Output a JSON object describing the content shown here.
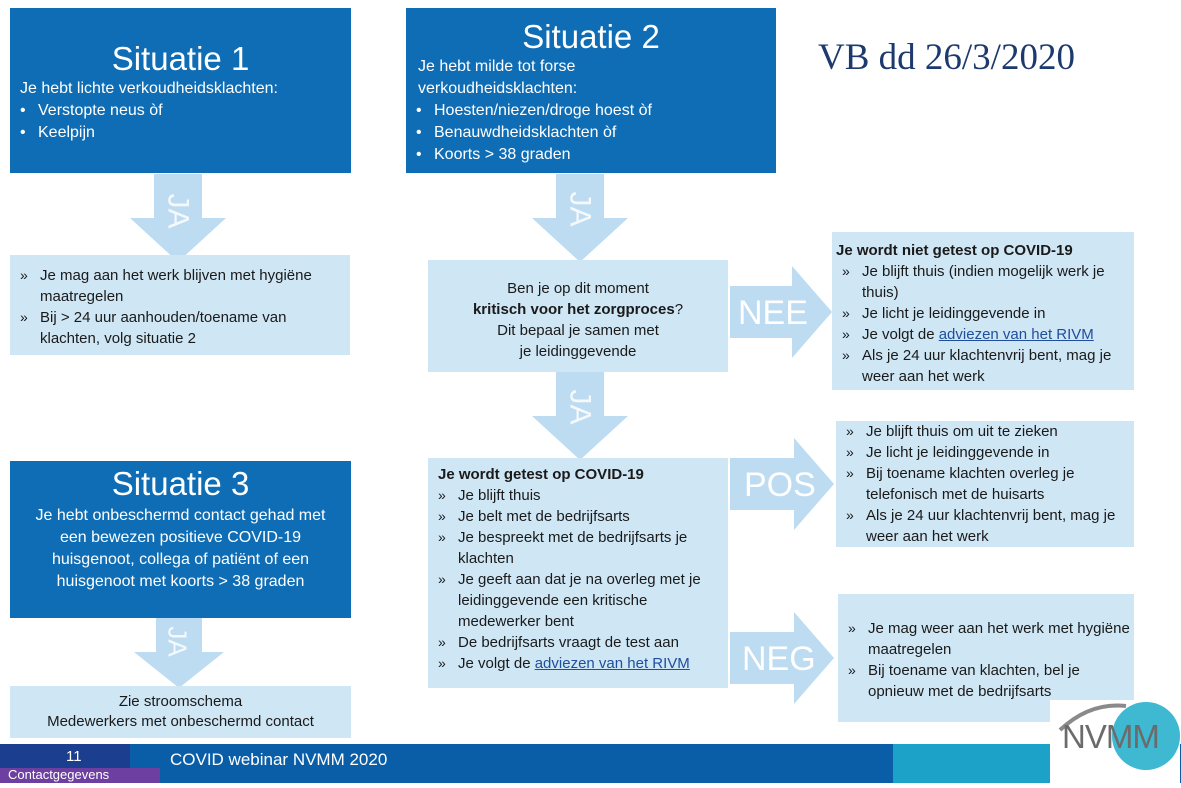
{
  "stamp": "VB dd 26/3/2020",
  "situatie1": {
    "title": "Situatie 1",
    "intro": "Je hebt lichte verkoudheidsklachten:",
    "bullets": [
      "Verstopte neus òf",
      "Keelpijn"
    ],
    "arrow": "JA",
    "result": [
      "Je mag aan het werk blijven met hygiëne maatregelen",
      "Bij  > 24 uur aanhouden/toename van klachten, volg situatie 2"
    ]
  },
  "situatie2": {
    "title": "Situatie 2",
    "intro": "Je hebt milde tot forse verkoudheidsklachten:",
    "bullets": [
      "Hoesten/niezen/droge hoest òf",
      "Benauwdheidsklachten òf",
      "Koorts > 38 graden"
    ],
    "arrow": "JA",
    "question_l1": "Ben je op dit moment",
    "question_bold": "kritisch voor het zorgproces",
    "question_q": "?",
    "question_l3": "Dit bepaal je samen met",
    "question_l4": "je  leidinggevende",
    "arrow2": "JA"
  },
  "nee": {
    "label": "NEE",
    "heading": "Je wordt niet getest op COVID-19",
    "items": [
      "Je blijft thuis (indien mogelijk werk je thuis)",
      "Je licht je leidinggevende in",
      "Je volgt de ",
      "Als je 24 uur klachtenvrij bent, mag je weer aan het werk"
    ],
    "link": "adviezen van het RIVM"
  },
  "test": {
    "heading": "Je wordt getest op COVID-19",
    "items": [
      "Je blijft thuis",
      "Je belt met de bedrijfsarts",
      "Je bespreekt met de bedrijfsarts je klachten",
      "Je geeft aan dat je na overleg met je leidinggevende een kritische medewerker bent",
      "De bedrijfsarts vraagt de test aan",
      "Je volgt de "
    ],
    "link": "adviezen van het RIVM"
  },
  "pos": {
    "label": "POS",
    "items": [
      "Je blijft thuis om uit te zieken",
      "Je licht je leidinggevende in",
      "Bij toename klachten overleg je telefonisch met de huisarts",
      "Als je 24 uur klachtenvrij bent, mag je weer aan het werk"
    ]
  },
  "neg": {
    "label": "NEG",
    "items": [
      "Je mag weer aan het werk met hygiëne maatregelen",
      "Bij toename van klachten, bel je opnieuw met de bedrijfsarts"
    ]
  },
  "situatie3": {
    "title": "Situatie 3",
    "text": "Je hebt onbeschermd contact gehad met een bewezen positieve COVID-19 huisgenoot, collega of patiënt of een huisgenoot met koorts > 38 graden",
    "arrow": "JA",
    "result_l1": "Zie stroomschema",
    "result_l2": "Medewerkers met onbeschermd contact"
  },
  "footer": {
    "page": "11",
    "contact": "Contactgegevens",
    "title": "COVID webinar NVMM 2020",
    "logo": "NVMM"
  },
  "colors": {
    "dark": "#0f6db5",
    "light": "#cfe6f5",
    "arrow": "#bddcf1",
    "footer": "#0a5ea8"
  }
}
